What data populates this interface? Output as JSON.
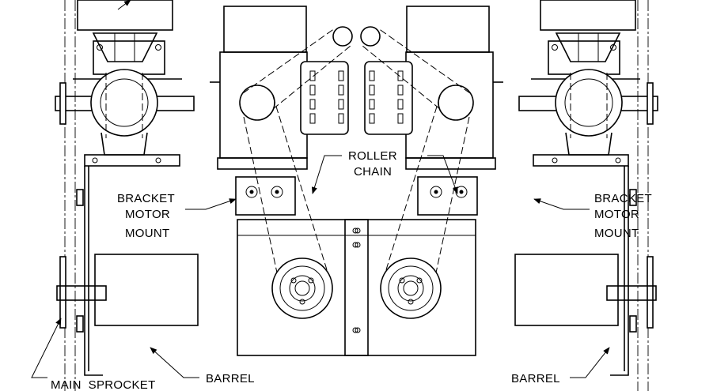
{
  "labels": {
    "roller_chain_line1": "ROLLER",
    "roller_chain_line2": "CHAIN",
    "bracket_left_line1": "BRACKET",
    "bracket_left_line2": "MOTOR",
    "bracket_left_line3": "MOUNT",
    "bracket_right_line1": "BRACKET",
    "bracket_right_line2": "MOTOR",
    "bracket_right_line3": "MOUNT",
    "barrel_left": "BARREL",
    "barrel_right": "BARREL",
    "main_sprocket": "MAIN  SPROCKET"
  }
}
